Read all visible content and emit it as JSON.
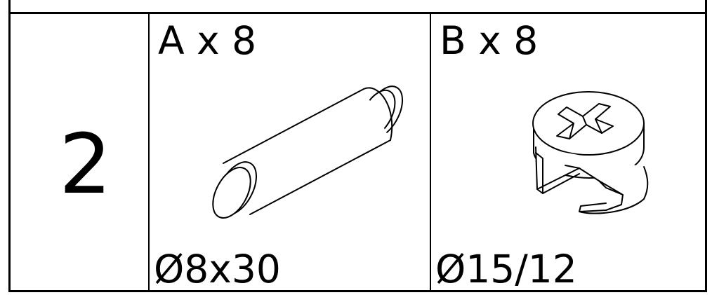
{
  "step": {
    "number": "2"
  },
  "parts": [
    {
      "label": "A x 8",
      "dimension": "Ø8x30",
      "icon": "dowel-icon"
    },
    {
      "label": "B x 8",
      "dimension": "Ø15/12",
      "icon": "cam-lock-icon"
    }
  ]
}
